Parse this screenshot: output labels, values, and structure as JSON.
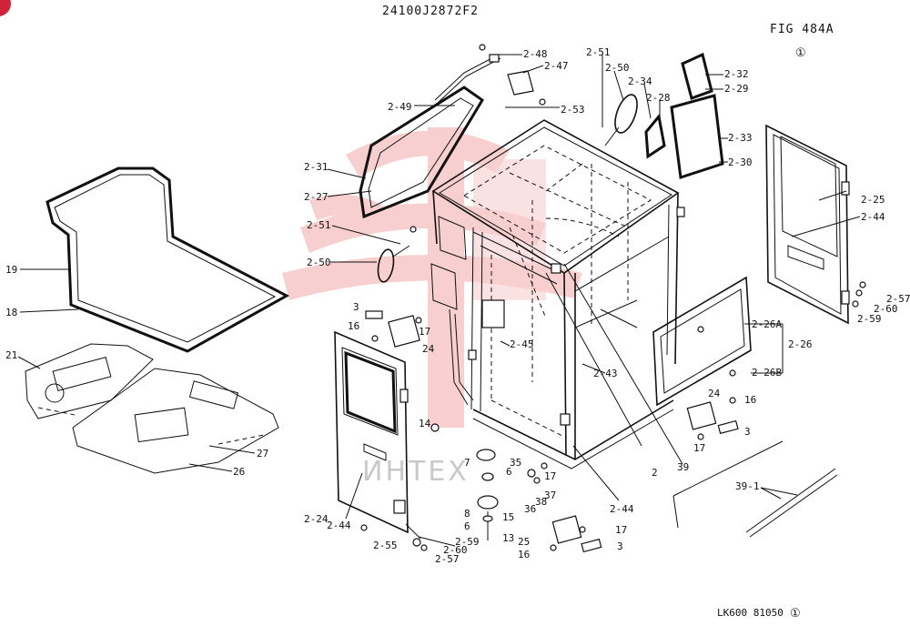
{
  "header": {
    "drawing_number": "24100J2872F2",
    "figure": "FIG 484A",
    "figure_revision": "①"
  },
  "footer": {
    "model_code": "LK600 81050",
    "revision": "①"
  },
  "watermark": {
    "text": "ИНТЕХ"
  },
  "callouts": {
    "l2_48": "2-48",
    "l2_47": "2-47",
    "l2_49": "2-49",
    "l2_53": "2-53",
    "l2_51a": "2-51",
    "l2_50a": "2-50",
    "l2_34": "2-34",
    "l2_28": "2-28",
    "l2_32": "2-32",
    "l2_29": "2-29",
    "l2_33": "2-33",
    "l2_30": "2-30",
    "l2_31": "2-31",
    "l2_27": "2-27",
    "l2_51b": "2-51",
    "l2_50b": "2-50",
    "l19": "19",
    "l18": "18",
    "l21": "21",
    "l27": "27",
    "l26": "26",
    "l3a": "3",
    "l16a": "16",
    "l17a": "17",
    "l24a": "24",
    "l2_45": "2-45",
    "l2_43": "2-43",
    "l14": "14",
    "l2_25": "2-25",
    "l2_44a": "2-44",
    "l2_57a": "2-57",
    "l2_60a": "2-60",
    "l2_59a": "2-59",
    "l2_26A": "2-26A",
    "l2_26": "2-26",
    "l2_26B": "2-26B",
    "l24b": "24",
    "l16b": "16",
    "l3b": "3",
    "l17b": "17",
    "l7": "7",
    "l6a": "6",
    "l35": "35",
    "l17c": "17",
    "l8": "8",
    "l36": "36",
    "l38": "38",
    "l37": "37",
    "l6b": "6",
    "l15": "15",
    "l13": "13",
    "l2": "2",
    "l39": "39",
    "l2_44b": "2-44",
    "l39_1": "39-1",
    "l2_24": "2-24",
    "l2_44c": "2-44",
    "l2_55": "2-55",
    "l2_59b": "2-59",
    "l2_60b": "2-60",
    "l2_57b": "2-57",
    "l25": "25",
    "l16c": "16",
    "l17d": "17",
    "l3c": "3"
  },
  "colors": {
    "line": "#111111",
    "watermark": "#f4a8a8",
    "corner_mark": "#d0223a"
  }
}
